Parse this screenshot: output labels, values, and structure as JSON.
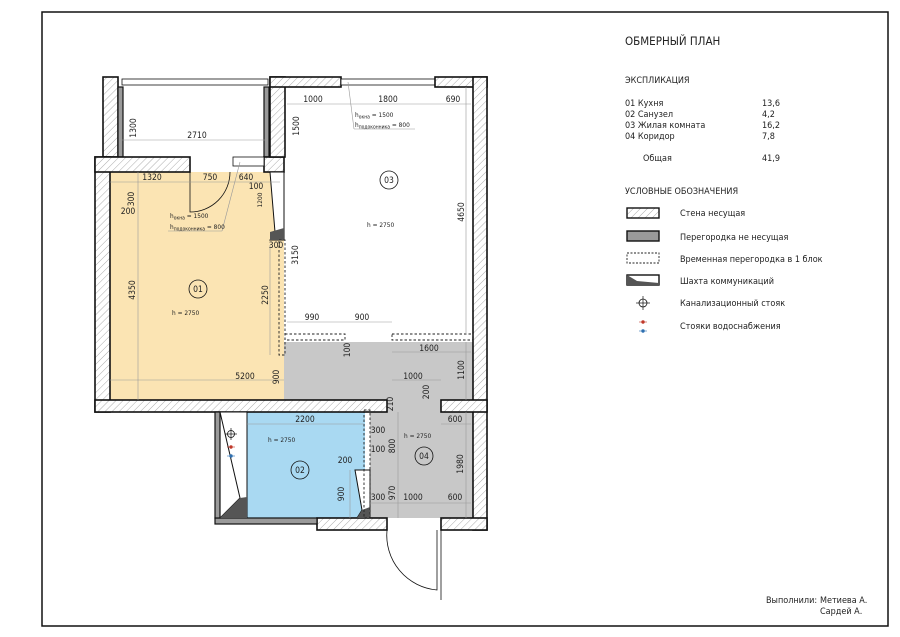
{
  "title": "ОБМЕРНЫЙ ПЛАН",
  "explication": {
    "heading": "ЭКСПЛИКАЦИЯ",
    "rows": [
      {
        "name": "01 Кухня",
        "area": "13,6"
      },
      {
        "name": "02 Санузел",
        "area": "4,2"
      },
      {
        "name": "03 Жилая комната",
        "area": "16,2"
      },
      {
        "name": "04 Коридор",
        "area": "7,8"
      }
    ],
    "total_label": "Общая",
    "total_area": "41,9"
  },
  "legend": {
    "heading": "УСЛОВНЫЕ ОБОЗНАЧЕНИЯ",
    "items": [
      {
        "icon": "load-bearing-wall",
        "label": "Стена несущая"
      },
      {
        "icon": "partition",
        "label": "Перегородка не несущая"
      },
      {
        "icon": "temporary-partition",
        "label": "Временная перегородка в 1 блок"
      },
      {
        "icon": "utility-shaft",
        "label": "Шахта коммуникаций"
      },
      {
        "icon": "sewer-riser",
        "label": "Канализационный стояк"
      },
      {
        "icon": "water-riser",
        "label": "Стояки водоснабжения"
      }
    ]
  },
  "rooms": [
    {
      "number": "01",
      "height": "h = 2750",
      "color": "#fbe4b3"
    },
    {
      "number": "02",
      "height": "h = 2750",
      "color": "#a9d9f2"
    },
    {
      "number": "03",
      "height": "h = 2750",
      "color": "#ffffff"
    },
    {
      "number": "04",
      "height": "h = 2750",
      "color": "#c8c8c8"
    }
  ],
  "window_notes": {
    "h": "h",
    "window_sub": "окна",
    "window_val": " = 1500",
    "sill_sub": "подоконника",
    "sill_val": " = 800"
  },
  "dims": [
    "1300",
    "2710",
    "1320",
    "750",
    "640",
    "100",
    "1200",
    "300",
    "200",
    "4350",
    "2250",
    "300",
    "3150",
    "5200",
    "900",
    "1000",
    "1800",
    "690",
    "1500",
    "4650",
    "990",
    "900",
    "100",
    "1600",
    "1100",
    "1000",
    "200",
    "210",
    "2200",
    "600",
    "300",
    "100",
    "800",
    "200",
    "900",
    "300",
    "970",
    "1000",
    "600",
    "1980"
  ],
  "signature": {
    "label": "Выполнили:",
    "authors": [
      "Метиева А.",
      "Сардей А."
    ]
  }
}
